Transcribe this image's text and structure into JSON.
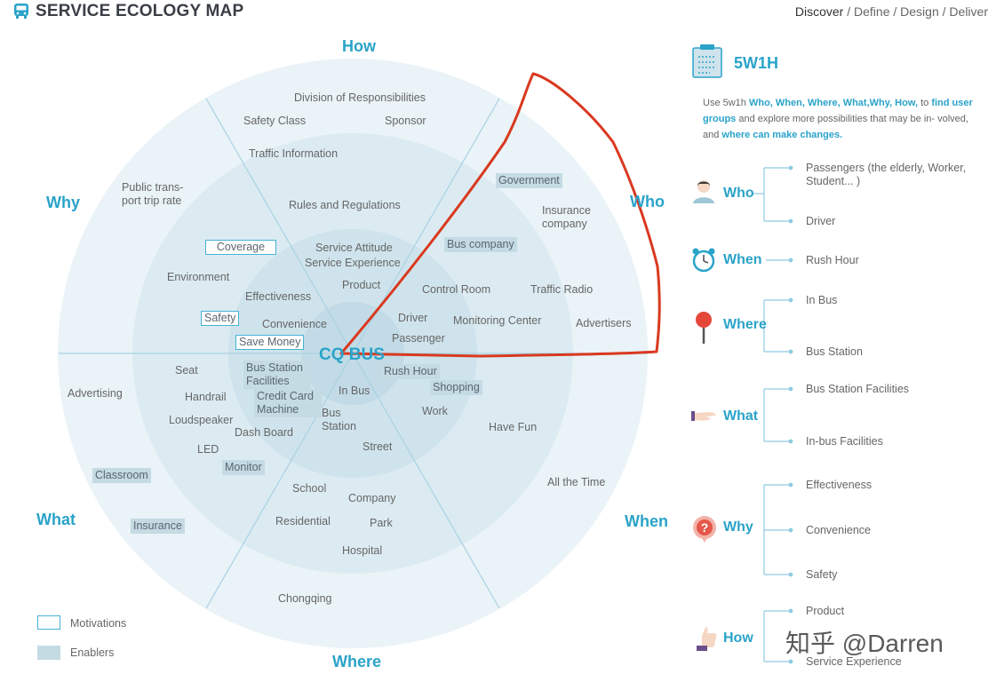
{
  "header": {
    "title": "SERVICE ECOLOGY MAP",
    "phase_1": "Discover",
    "phase_2": "Define",
    "phase_3": "Design",
    "phase_4": "Deliver",
    "separator": " / "
  },
  "diagram": {
    "center_label": "CQ BUS",
    "axes": {
      "how": "How",
      "who": "Who",
      "why": "Why",
      "what": "What",
      "when": "When",
      "where": "Where"
    },
    "labels": {
      "division": "Division of Responsibilities",
      "safety_class": "Safety Class",
      "sponsor": "Sponsor",
      "traffic_info": "Traffic Information",
      "public_rate_1": "Public trans-",
      "public_rate_2": "port trip rate",
      "rules": "Rules and Regulations",
      "insurance_co_1": "Insurance",
      "insurance_co_2": "company",
      "service_attitude": "Service Attitude",
      "service_experience": "Service Experience",
      "environment": "Environment",
      "product": "Product",
      "effectiveness": "Effectiveness",
      "control_room": "Control Room",
      "traffic_radio": "Traffic Radio",
      "convenience": "Convenience",
      "driver": "Driver",
      "monitoring_center": "Monitoring Center",
      "advertisers": "Advertisers",
      "passenger": "Passenger",
      "seat": "Seat",
      "advertising": "Advertising",
      "handrail": "Handrail",
      "in_bus": "In Bus",
      "loudspeaker": "Loudspeaker",
      "work": "Work",
      "bus_1": "Bus",
      "bus_2": "Station",
      "have_fun": "Have Fun",
      "dash_board": "Dash Board",
      "led": "LED",
      "street": "Street",
      "all_the_time": "All the Time",
      "school": "School",
      "company": "Company",
      "residential": "Residential",
      "park": "Park",
      "hospital": "Hospital",
      "chongqing": "Chongqing"
    },
    "enablers": {
      "government": "Government",
      "bus_company": "Bus company",
      "bus_station_fac_1": "Bus Station",
      "bus_station_fac_2": "Facilities",
      "credit_card_1": "Credit Card",
      "credit_card_2": "Machine",
      "rush_hour": "Rush Hour",
      "shopping": "Shopping",
      "monitor": "Monitor",
      "classroom": "Classroom",
      "insurance": "Insurance"
    },
    "motivations": {
      "coverage": "Coverage",
      "safety": "Safety",
      "save_money": "Save Money"
    },
    "legend": {
      "motivations": "Motivations",
      "enablers": "Enablers"
    },
    "colors": {
      "accent": "#2aa3c9",
      "ring_outer": "#eaf3f7",
      "ring_2": "#dcebf2",
      "ring_3": "#cfe3ec",
      "ring_4": "#c2dbe6",
      "enabler_fill": "#c4dbe4",
      "annotation": "#d9391f"
    }
  },
  "panel": {
    "title": "5W1H",
    "intro": {
      "t1": "Use 5w1h ",
      "b1": "Who, When, Where, What,Why, How,",
      "t2": " to ",
      "b2": "find user groups",
      "t3": " and explore more possibilities that may be in- volved, and ",
      "b3": "where can make changes."
    },
    "sections": {
      "who": {
        "heading": "Who",
        "icon": "person-icon",
        "items": [
          "Passengers (the elderly,  Worker,",
          "Student... )",
          "Driver"
        ]
      },
      "when": {
        "heading": "When",
        "icon": "alarm-clock-icon",
        "items": [
          "Rush Hour"
        ]
      },
      "where": {
        "heading": "Where",
        "icon": "map-pin-icon",
        "items": [
          "In Bus",
          "Bus Station"
        ]
      },
      "what": {
        "heading": "What",
        "icon": "hand-icon",
        "items": [
          "Bus Station Facilities",
          "In-bus Facilities"
        ]
      },
      "why": {
        "heading": "Why",
        "icon": "question-icon",
        "items": [
          "Effectiveness",
          "Convenience",
          "Safety"
        ]
      },
      "how": {
        "heading": "How",
        "icon": "thumbs-up-icon",
        "items": [
          "Product",
          "Service Experience"
        ]
      }
    },
    "watermark": "知乎 @Darren"
  }
}
